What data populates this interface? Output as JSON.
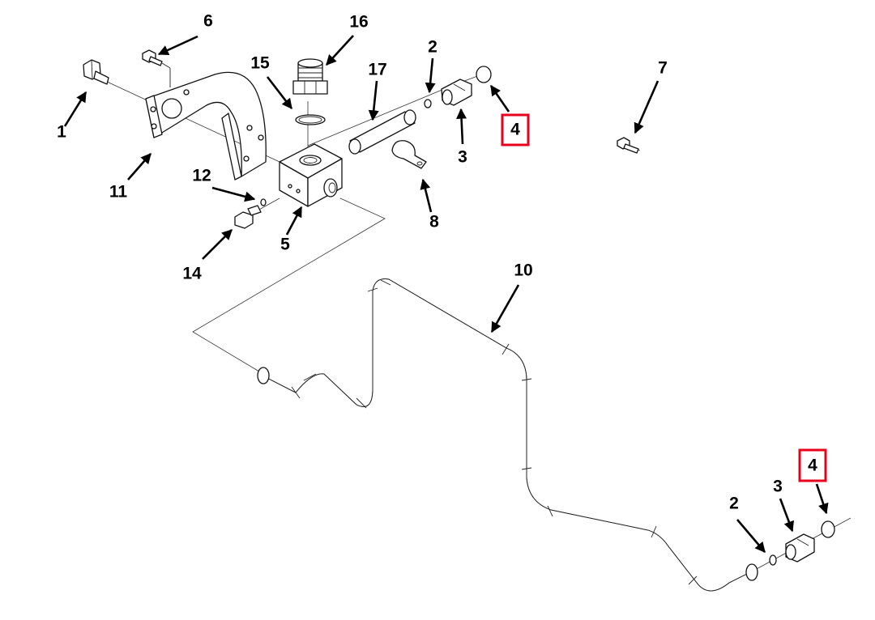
{
  "highlight_color": "#e8001c",
  "callouts": [
    {
      "id": "c1",
      "label": "1"
    },
    {
      "id": "c6",
      "label": "6"
    },
    {
      "id": "c16",
      "label": "16"
    },
    {
      "id": "c15",
      "label": "15"
    },
    {
      "id": "c17",
      "label": "17"
    },
    {
      "id": "c2a",
      "label": "2"
    },
    {
      "id": "c3a",
      "label": "3"
    },
    {
      "id": "c4a",
      "label": "4",
      "highlighted": true
    },
    {
      "id": "c7",
      "label": "7"
    },
    {
      "id": "c11",
      "label": "11"
    },
    {
      "id": "c12",
      "label": "12"
    },
    {
      "id": "c5",
      "label": "5"
    },
    {
      "id": "c8",
      "label": "8"
    },
    {
      "id": "c14",
      "label": "14"
    },
    {
      "id": "c10",
      "label": "10"
    },
    {
      "id": "c2b",
      "label": "2"
    },
    {
      "id": "c3b",
      "label": "3"
    },
    {
      "id": "c4b",
      "label": "4",
      "highlighted": true
    }
  ]
}
